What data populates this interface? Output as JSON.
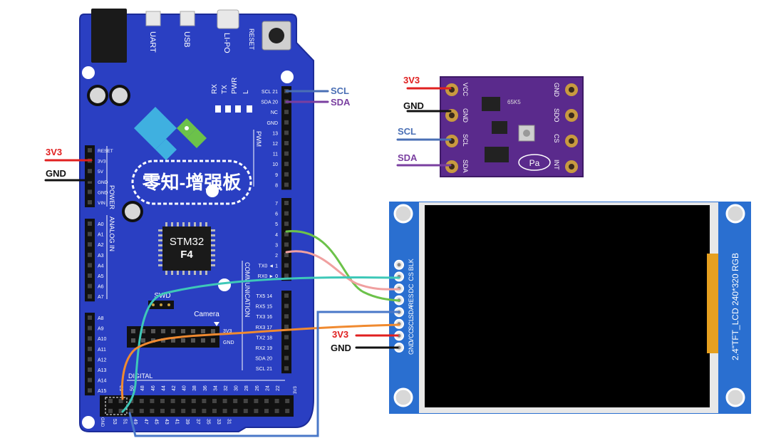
{
  "board": {
    "ports": [
      "UART",
      "USB",
      "LI-PO"
    ],
    "reset": "RESET",
    "leds": [
      "RX",
      "TX",
      "PWR",
      "L"
    ],
    "brand": "零知-增强板",
    "mcu_line1": "STM32",
    "mcu_line2": "F4",
    "swd": "SWD",
    "camera": "Camera",
    "camera_3v3": "3V3",
    "camera_gnd": "GND",
    "pwm": "PWM",
    "power": "POWER",
    "analog_in": "ANALOG IN",
    "communication": "COMMUNICATION",
    "digital": "DIGITAL",
    "top_pins": [
      "SCL 21",
      "SDA 20",
      "NC",
      "GND",
      "13",
      "12",
      "11",
      "10",
      "9",
      "8"
    ],
    "mid_pins": [
      "7",
      "6",
      "5",
      "4",
      "3",
      "2",
      "TX0 ◄ 1",
      "RX0 ► 0"
    ],
    "comm_pins": [
      "TX5 14",
      "RX5 15",
      "TX3 16",
      "RX3 17",
      "TX2 18",
      "RX2 19",
      "SDA 20",
      "SCL 21"
    ],
    "power_pins": [
      "RESET",
      "3V3",
      "5V",
      "GND",
      "GND",
      "VIN"
    ],
    "analog_pins_a": [
      "A0",
      "A1",
      "A2",
      "A3",
      "A4",
      "A5",
      "A6",
      "A7"
    ],
    "analog_pins_b": [
      "A8",
      "A9",
      "A10",
      "A11",
      "A12",
      "A13",
      "A14",
      "A15"
    ],
    "digital_top_labels": [
      "52",
      "50",
      "48",
      "46",
      "44",
      "42",
      "40",
      "38",
      "36",
      "34",
      "32",
      "30",
      "28",
      "26",
      "24",
      "22"
    ],
    "digital_bottom_labels": [
      "53",
      "51",
      "49",
      "47",
      "45",
      "43",
      "41",
      "39",
      "37",
      "35",
      "33",
      "31"
    ],
    "digital_right_3v3": "3V3",
    "digital_left_gnd": "GND"
  },
  "wire_labels": {
    "board_3v3": "3V3",
    "board_gnd": "GND",
    "board_scl": "SCL",
    "board_sda": "SDA",
    "sensor_3v3": "3V3",
    "sensor_gnd": "GND",
    "sensor_scl": "SCL",
    "sensor_sda": "SDA",
    "lcd_3v3": "3V3",
    "lcd_gnd": "GND"
  },
  "sensor": {
    "left_pins": [
      "VCC",
      "GND",
      "SCL",
      "SDA"
    ],
    "right_pins": [
      "GND",
      "SDO",
      "CS",
      "INT"
    ],
    "chip_code": "65K5",
    "logo": "Pa"
  },
  "lcd": {
    "pins": [
      "GND",
      "VCC",
      "SCL",
      "SDA",
      "RES",
      "DC",
      "CS",
      "BLK"
    ],
    "label": "2.4\"TFT_LCD 240*320 RGB"
  },
  "colors": {
    "board_blue": "#2a3fc2",
    "red_wire": "#e02020",
    "black_wire": "#111111",
    "scl_wire": "#4a6fb5",
    "sda_wire": "#7a3fa0",
    "green_wire": "#6cc24a",
    "pink_wire": "#f0a0a0",
    "teal_wire": "#3ec8b8",
    "orange_wire": "#f08a30",
    "blue_wire": "#4a78c8",
    "sensor_purple": "#5a2a8c",
    "lcd_blue": "#2a6fd0"
  }
}
